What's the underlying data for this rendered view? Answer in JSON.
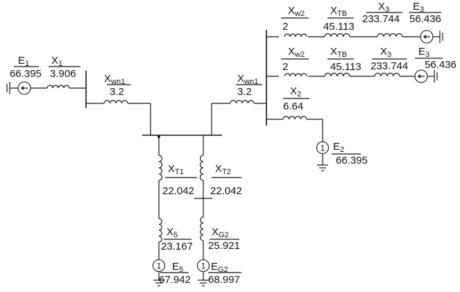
{
  "elements": {
    "e1": {
      "name": "E",
      "sub": "1",
      "value": "66.395"
    },
    "x1": {
      "name": "X",
      "sub": "1",
      "value": "3.906"
    },
    "xwn1_left": {
      "name": "X",
      "sub": "wn1",
      "value": "3.2"
    },
    "xwn1_right": {
      "name": "X",
      "sub": "wn1",
      "value": "3.2"
    },
    "xw2_top": {
      "name": "X",
      "sub": "w2",
      "value": "2"
    },
    "xtb_top": {
      "name": "X",
      "sub": "TB",
      "value": "45.113"
    },
    "x3_top": {
      "name": "X",
      "sub": "3",
      "value": "233.744"
    },
    "e3_top": {
      "name": "E",
      "sub": "3",
      "value": "56.436"
    },
    "xw2_mid": {
      "name": "X",
      "sub": "w2",
      "value": "2"
    },
    "xtb_mid": {
      "name": "X",
      "sub": "TB",
      "value": "45.113"
    },
    "x3_mid": {
      "name": "X",
      "sub": "3",
      "value": "233.744"
    },
    "e3_mid": {
      "name": "E",
      "sub": "3",
      "value": "56.436"
    },
    "x2": {
      "name": "X",
      "sub": "2",
      "value": "6.64"
    },
    "e2": {
      "name": "E",
      "sub": "2",
      "value": "66.395"
    },
    "xt1": {
      "name": "X",
      "sub": "T1",
      "value": "22.042"
    },
    "xt2": {
      "name": "X",
      "sub": "T2",
      "value": "22.042"
    },
    "x5": {
      "name": "X",
      "sub": "5",
      "value": "23.167"
    },
    "xg2": {
      "name": "X",
      "sub": "G2",
      "value": "25.921"
    },
    "e5": {
      "name": "E",
      "sub": "5",
      "value": "67.942"
    },
    "eg2": {
      "name": "E",
      "sub": "G2",
      "value": "68.997"
    }
  },
  "source_symbol": "1",
  "colors": {
    "ink": "#111111",
    "background": "#ffffff"
  }
}
